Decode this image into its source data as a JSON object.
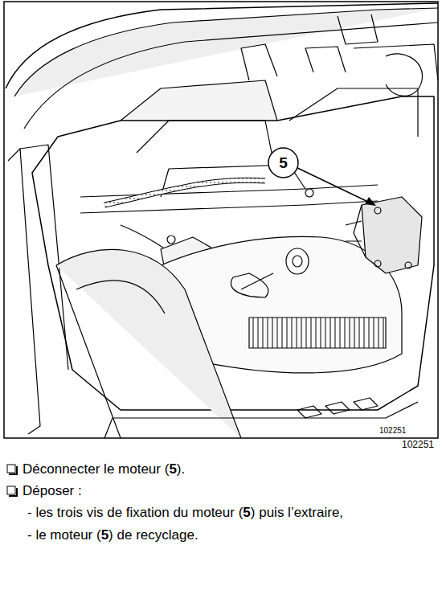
{
  "diagram": {
    "nodes": [
      {
        "text": [
          "5"
        ]
      }
    ],
    "labels": [
      "102251",
      "102251",
      "Déconnecter le moteur (5).",
      "Déposer :",
      "- les trois vis de fixation du moteur (5) puis l’extraire,",
      "- le moteur (5) de recyclage."
    ]
  }
}
